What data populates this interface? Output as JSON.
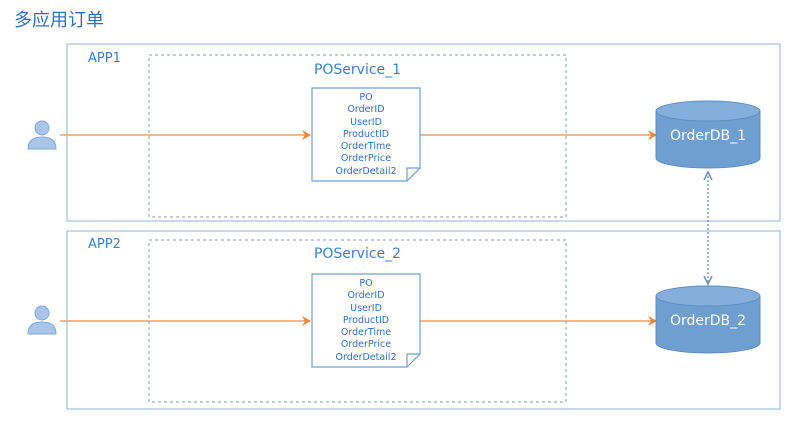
{
  "page": {
    "title": "多应用订单"
  },
  "apps": [
    {
      "label": "APP1",
      "service_label": "POService_1",
      "db_label": "OrderDB_1",
      "doc_fields": [
        "PO",
        "OrderID",
        "UserID",
        "ProductID",
        "OrderTime",
        "OrderPrice",
        "OrderDetail2"
      ]
    },
    {
      "label": "APP2",
      "service_label": "POService_2",
      "db_label": "OrderDB_2",
      "doc_fields": [
        "PO",
        "OrderID",
        "UserID",
        "ProductID",
        "OrderTime",
        "OrderPrice",
        "OrderDetail2"
      ]
    }
  ],
  "colors": {
    "accent_blue": "#3b7fd0",
    "flow_arrow": "#f0a060",
    "db_fill": "#6f9fd0",
    "user_icon": "#a9c6ea",
    "sync_link": "#6f8fb0"
  },
  "icons": {
    "user": "user-icon",
    "database": "database-cylinder",
    "document": "document-icon"
  }
}
